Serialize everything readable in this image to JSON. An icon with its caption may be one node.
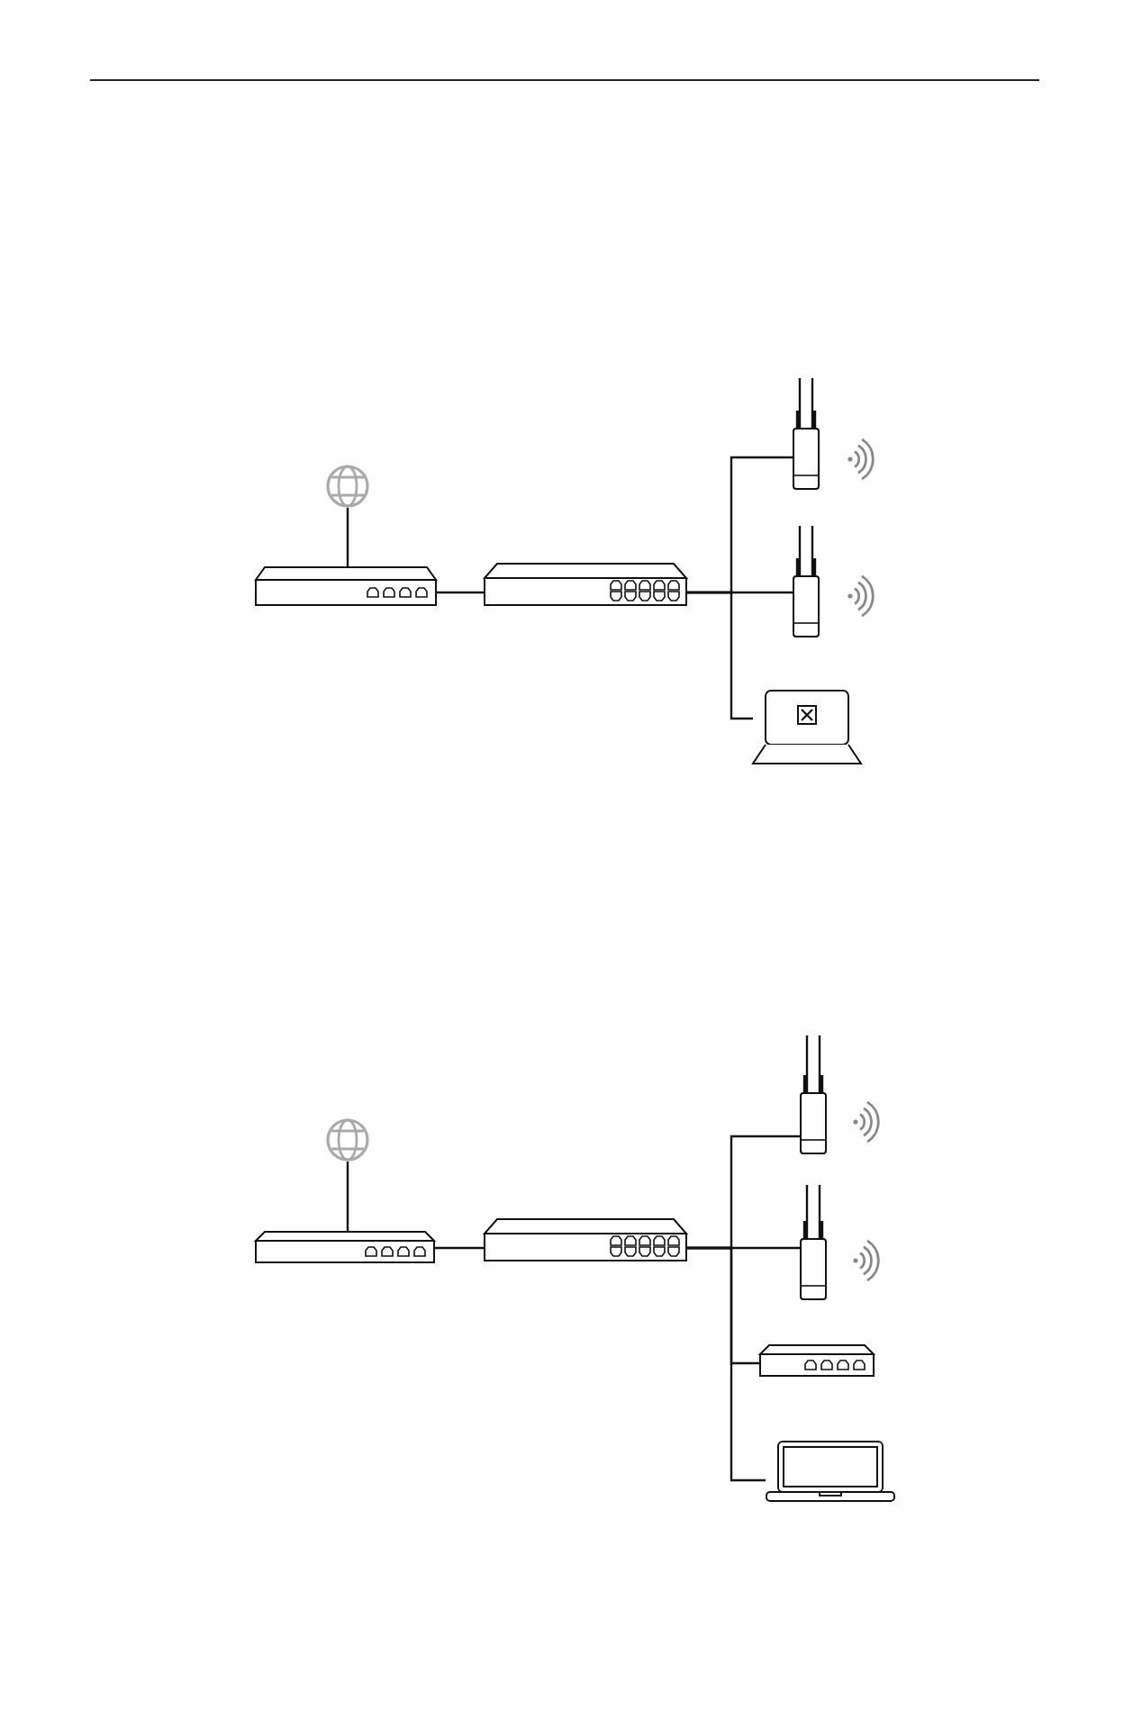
{
  "diagram": {
    "nodes": [
      {
        "text": [],
        "shape": "picture"
      },
      {
        "text": [],
        "shape": "picture"
      },
      {
        "text": [],
        "shape": "picture"
      },
      {
        "text": [],
        "shape": "picture"
      },
      {
        "text": [],
        "shape": "picture"
      },
      {
        "text": [],
        "shape": "picture"
      },
      {
        "text": [],
        "shape": "picture"
      },
      {
        "text": [],
        "shape": "picture"
      },
      {
        "text": [],
        "shape": "picture"
      },
      {
        "text": [],
        "shape": "picture"
      },
      {
        "text": [],
        "shape": "picture"
      },
      {
        "text": [],
        "shape": "picture"
      },
      {
        "text": [],
        "shape": "picture"
      }
    ],
    "edges": [
      {
        "from": 0,
        "to": 1,
        "arrow": "none"
      },
      {
        "from": 1,
        "to": 2,
        "arrow": "none"
      },
      {
        "from": 2,
        "to": 3,
        "arrow": "none"
      },
      {
        "from": 2,
        "to": 4,
        "arrow": "none"
      },
      {
        "from": 2,
        "to": 5,
        "arrow": "none"
      },
      {
        "from": 6,
        "to": 7,
        "arrow": "none"
      },
      {
        "from": 7,
        "to": 8,
        "arrow": "none"
      },
      {
        "from": 8,
        "to": 9,
        "arrow": "none"
      },
      {
        "from": 8,
        "to": 10,
        "arrow": "none"
      },
      {
        "from": 8,
        "to": 11,
        "arrow": "none"
      },
      {
        "from": 8,
        "to": 12,
        "arrow": "none"
      }
    ]
  }
}
